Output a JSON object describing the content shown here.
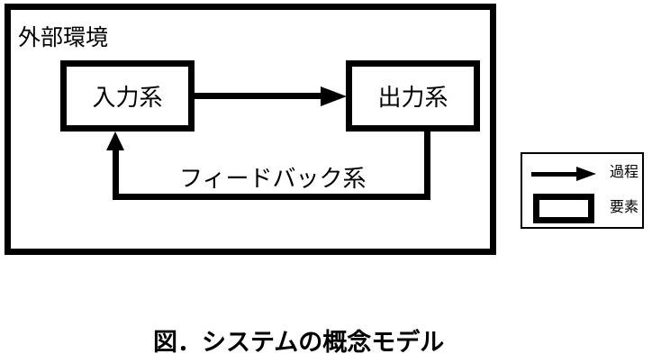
{
  "diagram": {
    "environment_label": "外部環境",
    "nodes": [
      {
        "id": "input",
        "label": "入力系"
      },
      {
        "id": "output",
        "label": "出力系"
      }
    ],
    "edges": [
      {
        "from": "input",
        "to": "output",
        "type": "process",
        "label": ""
      },
      {
        "from": "output",
        "to": "input",
        "type": "feedback",
        "label": "フィードバック系"
      }
    ],
    "feedback_label": "フィードバック系"
  },
  "legend": {
    "items": [
      {
        "symbol": "arrow-icon",
        "label": "過程"
      },
      {
        "symbol": "box-icon",
        "label": "要素"
      }
    ]
  },
  "caption": "図．システムの概念モデル",
  "colors": {
    "line": "#000000",
    "background": "#ffffff"
  }
}
